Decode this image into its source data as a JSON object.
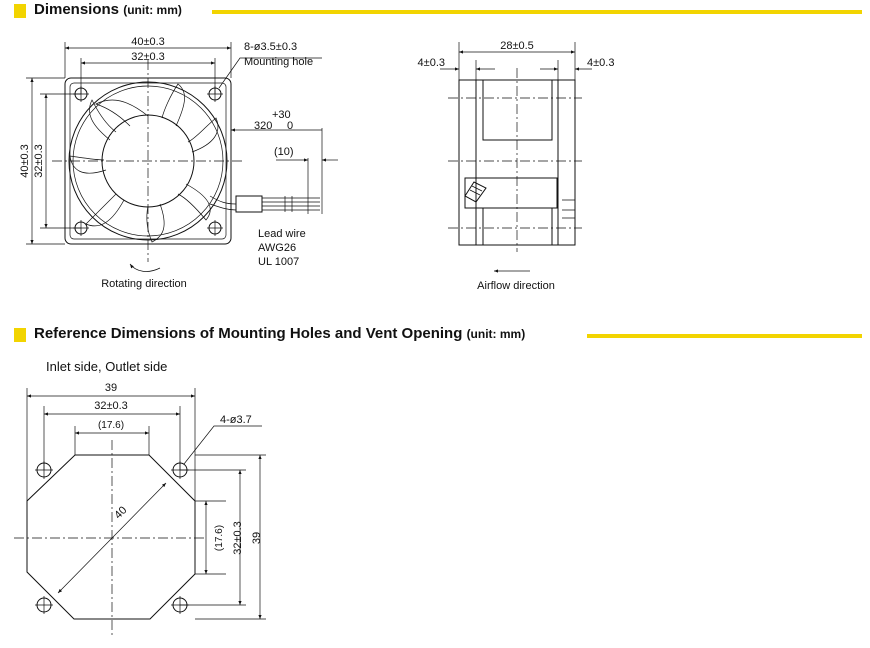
{
  "section1": {
    "title": "Dimensions",
    "unit": "(unit: mm)",
    "front_view": {
      "width_outer": "40±0.3",
      "width_holes": "32±0.3",
      "height_outer": "40±0.3",
      "height_holes": "32±0.3",
      "mounting_hole_spec": "8-ø3.5±0.3",
      "mounting_hole_label": "Mounting hole",
      "lead_tol": "+30",
      "lead_length": "320",
      "lead_tol_low": "0",
      "strip_length": "(10)",
      "lead_wire_lines": [
        "Lead wire",
        "AWG26",
        "UL 1007"
      ],
      "rotating_label": "Rotating direction"
    },
    "side_view": {
      "depth": "28±0.5",
      "flange_left": "4±0.3",
      "flange_right": "4±0.3",
      "airflow_label": "Airflow direction"
    }
  },
  "section2": {
    "title": "Reference Dimensions of Mounting Holes and Vent Opening",
    "unit": "(unit: mm)",
    "subtitle": "Inlet side, Outlet side",
    "overall_width": "39",
    "hole_pitch_h": "32±0.3",
    "vent_width": "(17.6)",
    "hole_spec": "4-ø3.7",
    "diagonal": "40",
    "vent_height": "(17.6)",
    "hole_pitch_v": "32±0.3",
    "overall_height": "39"
  },
  "colors": {
    "accent": "#f2d400",
    "ink": "#111111"
  }
}
